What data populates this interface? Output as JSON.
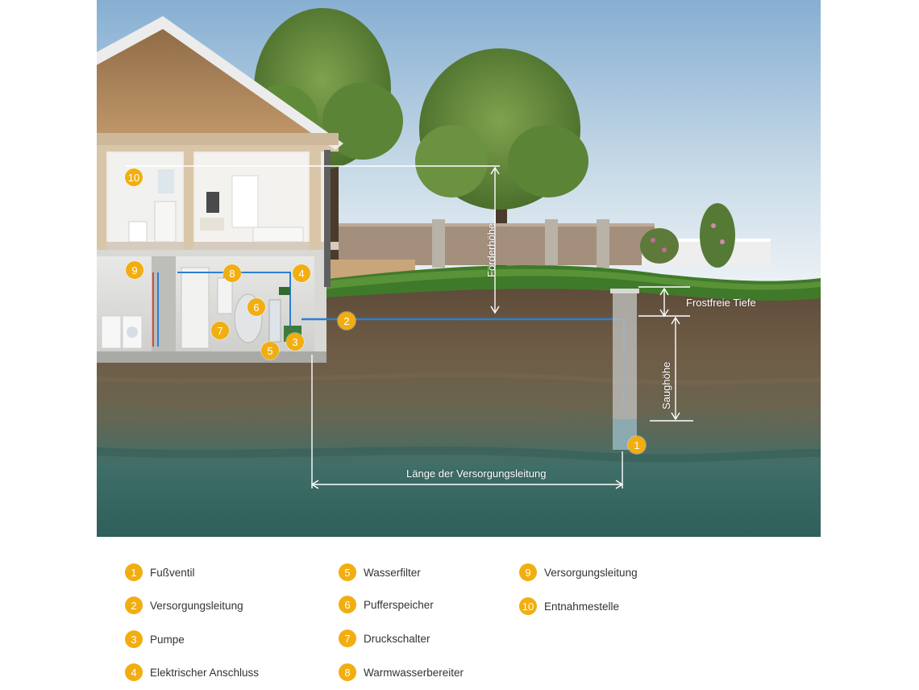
{
  "colors": {
    "accent": "#f2ae10",
    "sky_top": "#8fb6d6",
    "sky_bottom": "#e6eef3",
    "grass": "#3f7a2a",
    "soil": "#6d5a45",
    "groundwater": "#3f7a73",
    "pipe": "#2f7fd0",
    "dimension_line": "#ffffff"
  },
  "diagram": {
    "dimension_labels": {
      "foerderhoehe": "Förderhöhe",
      "frostfreie_tiefe": "Frostfreie Tiefe",
      "saughoehe": "Saughöhe",
      "laenge": "Länge der Versorgungsleitung"
    },
    "markers": {
      "m1": "1",
      "m2": "2",
      "m3": "3",
      "m4": "4",
      "m5": "5",
      "m6": "6",
      "m7": "7",
      "m8": "8",
      "m9": "9",
      "m10": "10"
    }
  },
  "legend": {
    "items": [
      {
        "number": "1",
        "label": "Fußventil"
      },
      {
        "number": "2",
        "label": "Versorgungsleitung"
      },
      {
        "number": "3",
        "label": "Pumpe"
      },
      {
        "number": "4",
        "label": "Elektrischer Anschluss"
      },
      {
        "number": "5",
        "label": "Wasserfilter"
      },
      {
        "number": "6",
        "label": "Pufferspeicher"
      },
      {
        "number": "7",
        "label": "Druckschalter"
      },
      {
        "number": "8",
        "label": "Warmwasserbereiter"
      },
      {
        "number": "9",
        "label": "Versorgungsleitung"
      },
      {
        "number": "10",
        "label": "Entnahmestelle"
      }
    ]
  }
}
